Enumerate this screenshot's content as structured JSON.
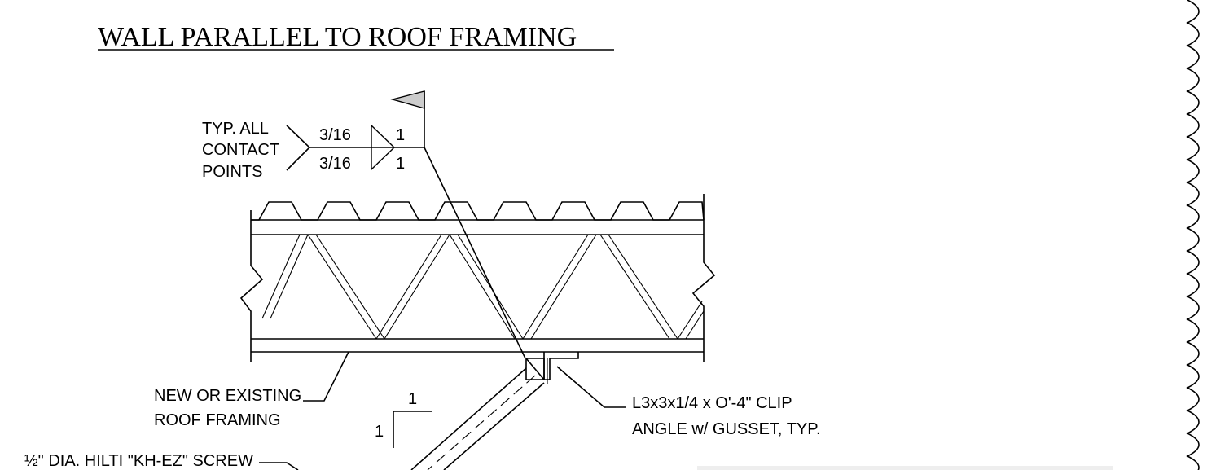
{
  "detail_title": "WALL PARALLEL TO ROOF FRAMING",
  "weld_symbol": {
    "note_lines": [
      "TYP. ALL",
      "CONTACT",
      "POINTS"
    ],
    "size_arrow_side": "3/16",
    "size_other_side": "3/16",
    "length_arrow_side": "1",
    "length_other_side": "1"
  },
  "framing_note": [
    "NEW OR EXISTING",
    "ROOF FRAMING"
  ],
  "clip_note": [
    "L3x3x1/4 x O'-4\" CLIP",
    "ANGLE w/ GUSSET, TYP."
  ],
  "slope": {
    "rise": "1",
    "run": "1"
  },
  "screw_note": "½\" DIA. HILTI \"KH-EZ\" SCREW"
}
